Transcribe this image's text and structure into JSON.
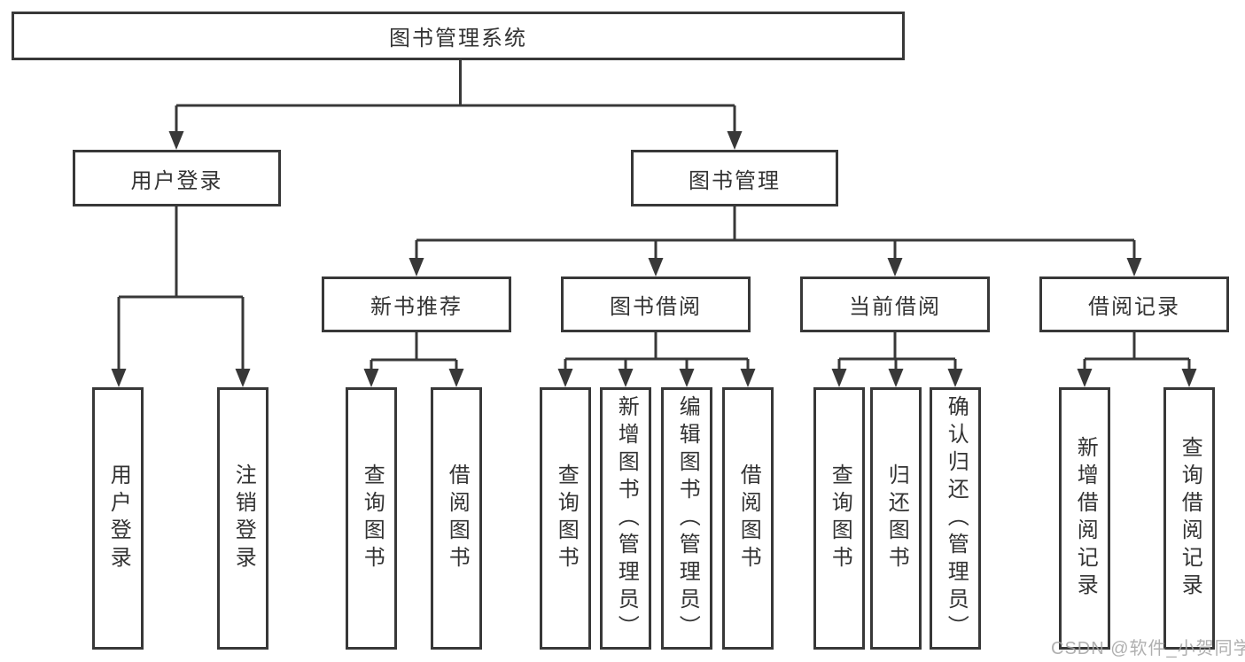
{
  "diagram": {
    "root": {
      "label": "图书管理系统"
    },
    "level2": [
      {
        "label": "用户登录"
      },
      {
        "label": "图书管理"
      }
    ],
    "level3": [
      {
        "label": "新书推荐"
      },
      {
        "label": "图书借阅"
      },
      {
        "label": "当前借阅"
      },
      {
        "label": "借阅记录"
      }
    ],
    "leaves": [
      {
        "label": "用户登录"
      },
      {
        "label": "注销登录"
      },
      {
        "label": "查询图书"
      },
      {
        "label": "借阅图书"
      },
      {
        "label": "查询图书"
      },
      {
        "label": "新增图书（管理员）"
      },
      {
        "label": "编辑图书（管理员）"
      },
      {
        "label": "借阅图书"
      },
      {
        "label": "查询图书"
      },
      {
        "label": "归还图书"
      },
      {
        "label": "确认归还（管理员）"
      },
      {
        "label": "新增借阅记录"
      },
      {
        "label": "查询借阅记录"
      }
    ]
  },
  "watermark": "CSDN @软件_小贺同学",
  "colors": {
    "line": "#383838",
    "text": "#333333",
    "watermark": "#a5a5a5",
    "background": "#ffffff"
  }
}
